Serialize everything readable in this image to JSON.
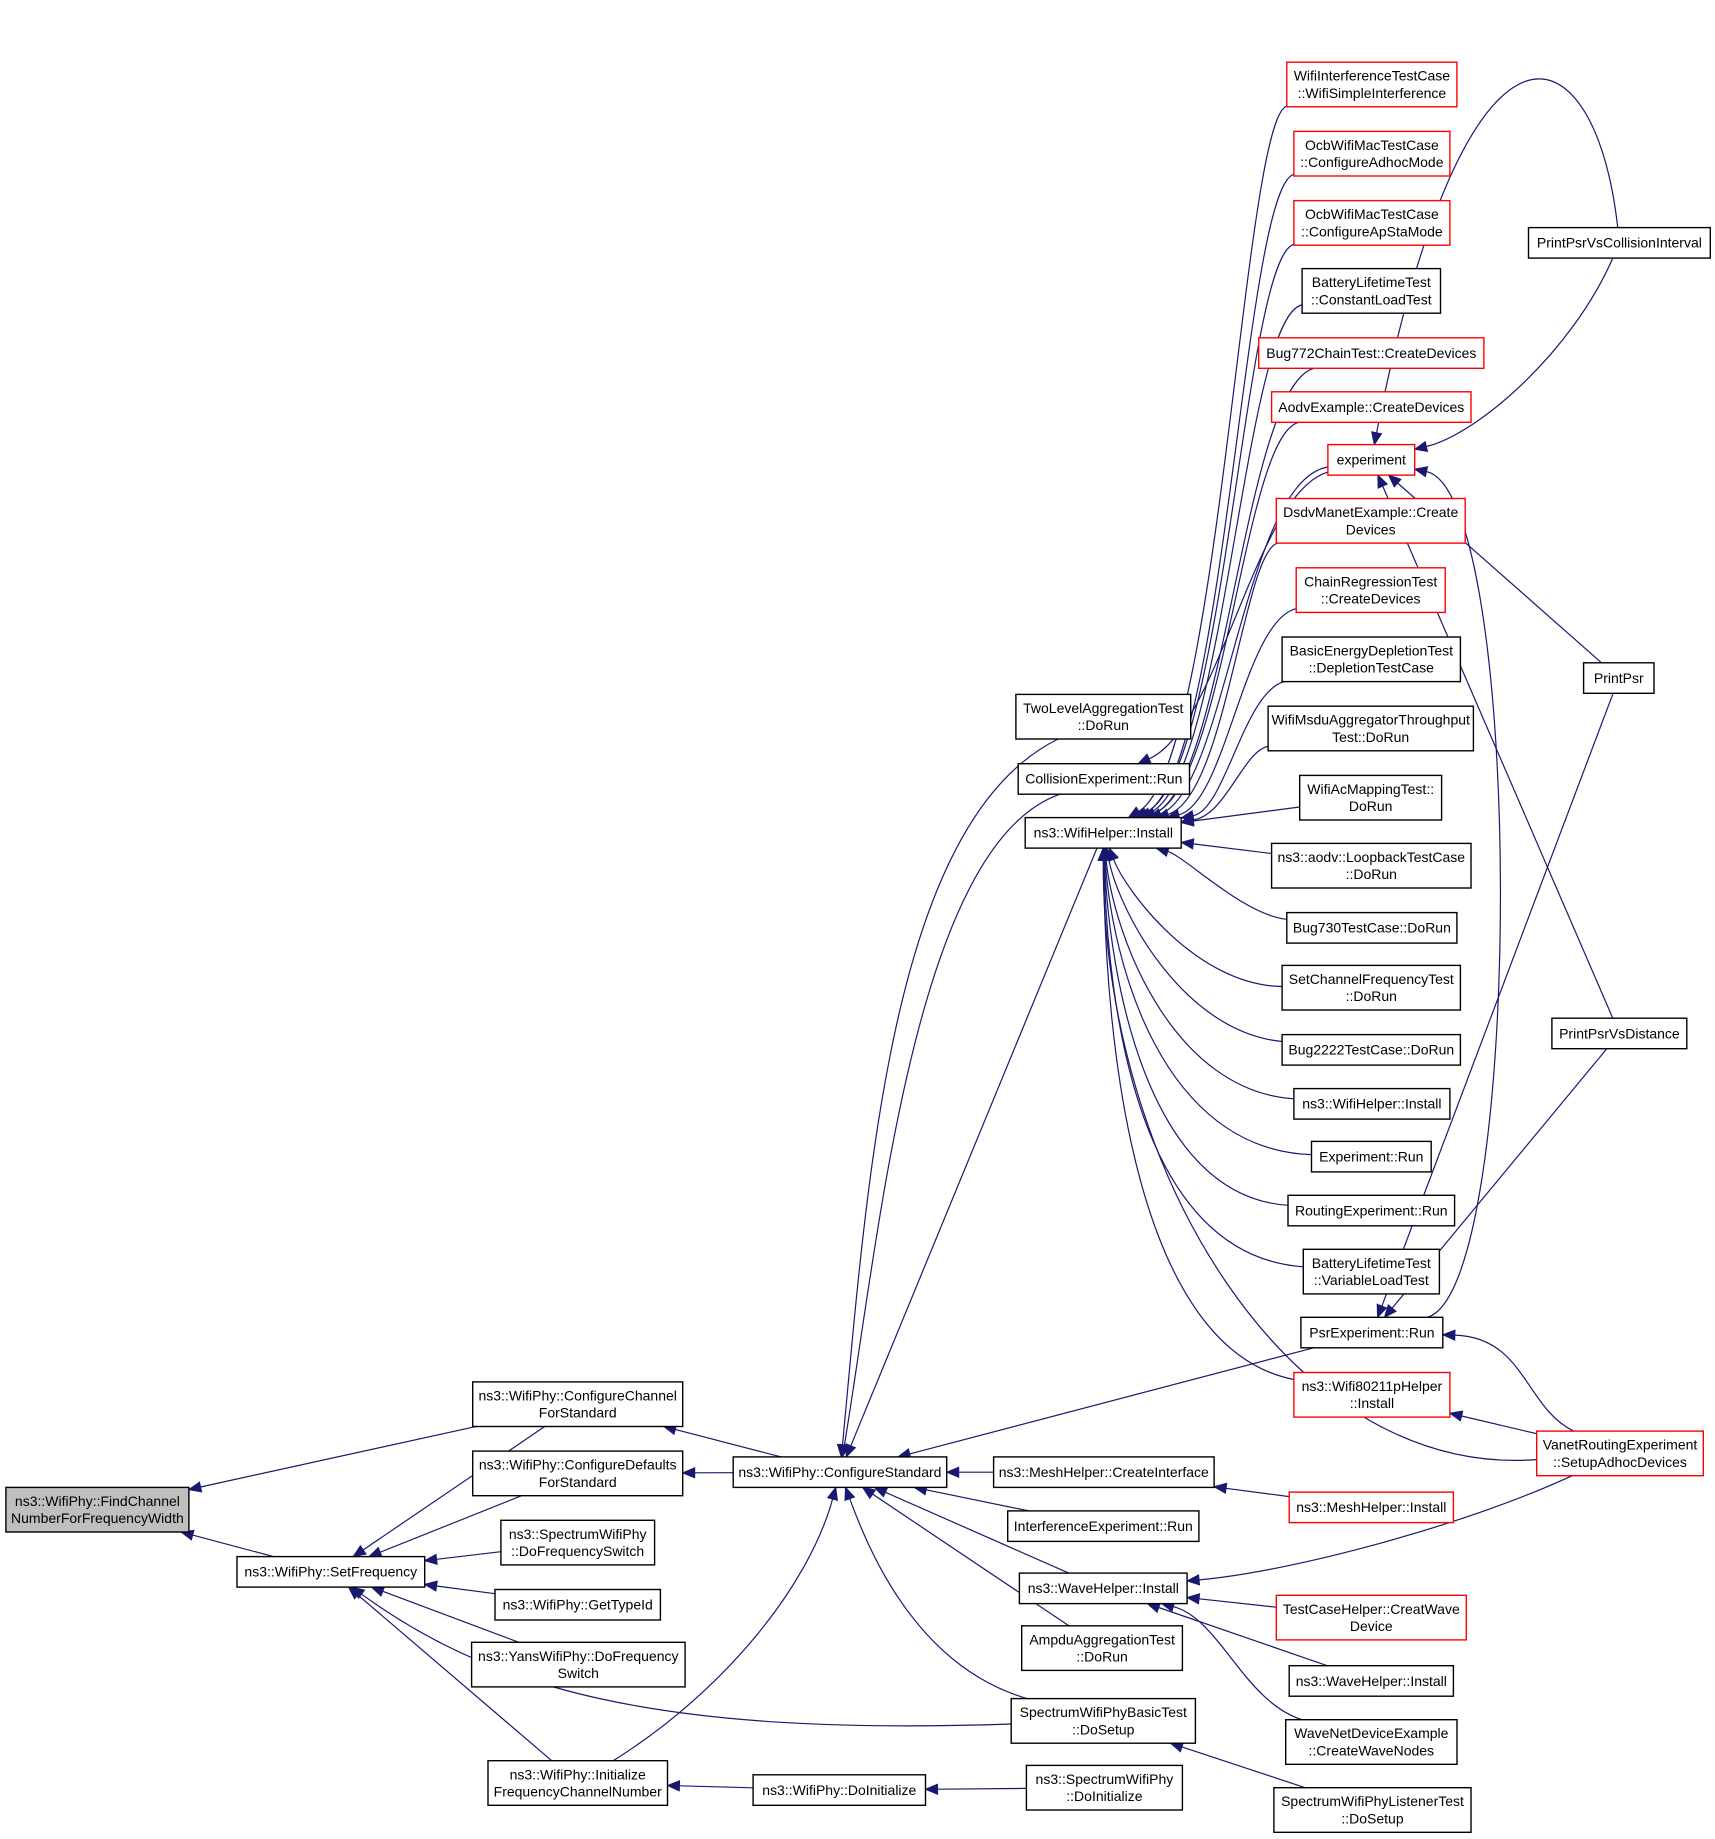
{
  "colors": {
    "edge": "#191970",
    "root_fill": "#bfbfbf",
    "border_normal": "#000000",
    "border_truncated": "#ff0000",
    "background": "#ffffff"
  },
  "nodes": [
    {
      "id": "root",
      "lines": [
        "ns3::WifiPhy::FindChannel",
        "NumberForFrequencyWidth"
      ],
      "kind": "root"
    },
    {
      "id": "setfreq",
      "lines": [
        "ns3::WifiPhy::SetFrequency"
      ],
      "kind": "normal"
    },
    {
      "id": "confchan",
      "lines": [
        "ns3::WifiPhy::ConfigureChannel",
        "ForStandard"
      ],
      "kind": "normal"
    },
    {
      "id": "confdef",
      "lines": [
        "ns3::WifiPhy::ConfigureDefaults",
        "ForStandard"
      ],
      "kind": "normal"
    },
    {
      "id": "specdofs",
      "lines": [
        "ns3::SpectrumWifiPhy",
        "::DoFrequencySwitch"
      ],
      "kind": "normal"
    },
    {
      "id": "gettypeid",
      "lines": [
        "ns3::WifiPhy::GetTypeId"
      ],
      "kind": "normal"
    },
    {
      "id": "yansdofs",
      "lines": [
        "ns3::YansWifiPhy::DoFrequency",
        "Switch"
      ],
      "kind": "normal"
    },
    {
      "id": "initfreq",
      "lines": [
        "ns3::WifiPhy::Initialize",
        "FrequencyChannelNumber"
      ],
      "kind": "normal"
    },
    {
      "id": "doinit",
      "lines": [
        "ns3::WifiPhy::DoInitialize"
      ],
      "kind": "normal"
    },
    {
      "id": "specdoinit",
      "lines": [
        "ns3::SpectrumWifiPhy",
        "::DoInitialize"
      ],
      "kind": "normal"
    },
    {
      "id": "confstd",
      "lines": [
        "ns3::WifiPhy::ConfigureStandard"
      ],
      "kind": "normal"
    },
    {
      "id": "twolevel",
      "lines": [
        "TwoLevelAggregationTest",
        "::DoRun"
      ],
      "kind": "normal"
    },
    {
      "id": "collexp",
      "lines": [
        "CollisionExperiment::Run"
      ],
      "kind": "normal"
    },
    {
      "id": "wifihelper",
      "lines": [
        "ns3::WifiHelper::Install"
      ],
      "kind": "normal"
    },
    {
      "id": "meshci",
      "lines": [
        "ns3::MeshHelper::CreateInterface"
      ],
      "kind": "normal"
    },
    {
      "id": "interfexp",
      "lines": [
        "InterferenceExperiment::Run"
      ],
      "kind": "normal"
    },
    {
      "id": "wavehelper",
      "lines": [
        "ns3::WaveHelper::Install"
      ],
      "kind": "normal"
    },
    {
      "id": "ampdu",
      "lines": [
        "AmpduAggregationTest",
        "::DoRun"
      ],
      "kind": "normal"
    },
    {
      "id": "specbasic",
      "lines": [
        "SpectrumWifiPhyBasicTest",
        "::DoSetup"
      ],
      "kind": "normal"
    },
    {
      "id": "wifiinterf",
      "lines": [
        "WifiInterferenceTestCase",
        "::WifiSimpleInterference"
      ],
      "kind": "truncated"
    },
    {
      "id": "ocbadhoc",
      "lines": [
        "OcbWifiMacTestCase",
        "::ConfigureAdhocMode"
      ],
      "kind": "truncated"
    },
    {
      "id": "ocbapsta",
      "lines": [
        "OcbWifiMacTestCase",
        "::ConfigureApStaMode"
      ],
      "kind": "truncated"
    },
    {
      "id": "battconst",
      "lines": [
        "BatteryLifetimeTest",
        "::ConstantLoadTest"
      ],
      "kind": "normal"
    },
    {
      "id": "bug772",
      "lines": [
        "Bug772ChainTest::CreateDevices"
      ],
      "kind": "truncated"
    },
    {
      "id": "aodvex",
      "lines": [
        "AodvExample::CreateDevices"
      ],
      "kind": "truncated"
    },
    {
      "id": "experiment",
      "lines": [
        "experiment"
      ],
      "kind": "truncated"
    },
    {
      "id": "dsdv",
      "lines": [
        "DsdvManetExample::Create",
        "Devices"
      ],
      "kind": "truncated"
    },
    {
      "id": "chainreg",
      "lines": [
        "ChainRegressionTest",
        "::CreateDevices"
      ],
      "kind": "truncated"
    },
    {
      "id": "basicenergy",
      "lines": [
        "BasicEnergyDepletionTest",
        "::DepletionTestCase"
      ],
      "kind": "normal"
    },
    {
      "id": "msdu",
      "lines": [
        "WifiMsduAggregatorThroughput",
        "Test::DoRun"
      ],
      "kind": "normal"
    },
    {
      "id": "acmap",
      "lines": [
        "WifiAcMappingTest::",
        "DoRun"
      ],
      "kind": "normal"
    },
    {
      "id": "aodvloop",
      "lines": [
        "ns3::aodv::LoopbackTestCase",
        "::DoRun"
      ],
      "kind": "normal"
    },
    {
      "id": "bug730",
      "lines": [
        "Bug730TestCase::DoRun"
      ],
      "kind": "normal"
    },
    {
      "id": "setchanfreq",
      "lines": [
        "SetChannelFrequencyTest",
        "::DoRun"
      ],
      "kind": "normal"
    },
    {
      "id": "bug2222",
      "lines": [
        "Bug2222TestCase::DoRun"
      ],
      "kind": "normal"
    },
    {
      "id": "wifihelper2",
      "lines": [
        "ns3::WifiHelper::Install"
      ],
      "kind": "normal"
    },
    {
      "id": "exprun",
      "lines": [
        "Experiment::Run"
      ],
      "kind": "normal"
    },
    {
      "id": "routingexp",
      "lines": [
        "RoutingExperiment::Run"
      ],
      "kind": "normal"
    },
    {
      "id": "battvar",
      "lines": [
        "BatteryLifetimeTest",
        "::VariableLoadTest"
      ],
      "kind": "normal"
    },
    {
      "id": "psrexp",
      "lines": [
        "PsrExperiment::Run"
      ],
      "kind": "normal"
    },
    {
      "id": "wifi80211p",
      "lines": [
        "ns3::Wifi80211pHelper",
        "::Install"
      ],
      "kind": "truncated"
    },
    {
      "id": "meshinstall",
      "lines": [
        "ns3::MeshHelper::Install"
      ],
      "kind": "truncated"
    },
    {
      "id": "tchelper",
      "lines": [
        "TestCaseHelper::CreatWave",
        "Device"
      ],
      "kind": "truncated"
    },
    {
      "id": "wavehelper2",
      "lines": [
        "ns3::WaveHelper::Install"
      ],
      "kind": "normal"
    },
    {
      "id": "wavenet",
      "lines": [
        "WaveNetDeviceExample",
        "::CreateWaveNodes"
      ],
      "kind": "normal"
    },
    {
      "id": "speclistener",
      "lines": [
        "SpectrumWifiPhyListenerTest",
        "::DoSetup"
      ],
      "kind": "normal"
    },
    {
      "id": "printcoll",
      "lines": [
        "PrintPsrVsCollisionInterval"
      ],
      "kind": "normal"
    },
    {
      "id": "printpsr",
      "lines": [
        "PrintPsr"
      ],
      "kind": "normal"
    },
    {
      "id": "printdist",
      "lines": [
        "PrintPsrVsDistance"
      ],
      "kind": "normal"
    },
    {
      "id": "vanet",
      "lines": [
        "VanetRoutingExperiment",
        "::SetupAdhocDevices"
      ],
      "kind": "truncated"
    }
  ]
}
